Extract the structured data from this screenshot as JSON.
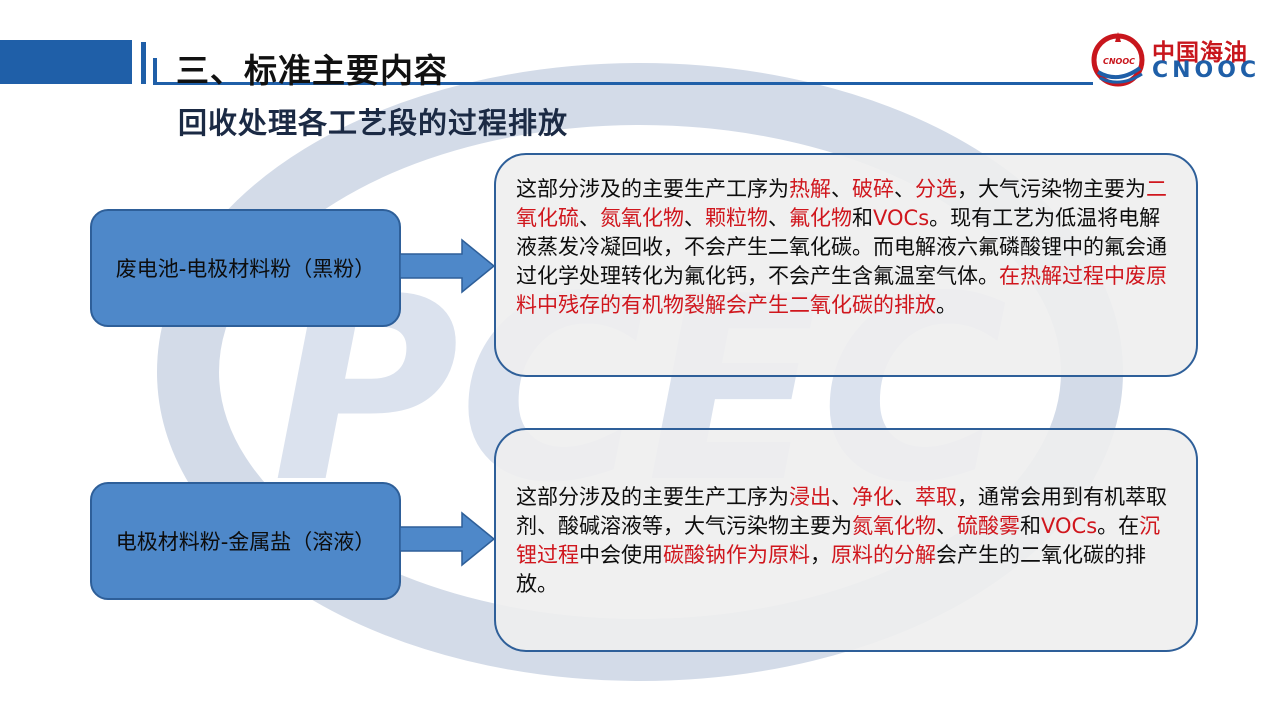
{
  "header": {
    "section_title": "三、标准主要内容",
    "subtitle": "回收处理各工艺段的过程排放",
    "logo_cn": "中国海油",
    "logo_en": "CNOOC",
    "logo_emblem_text": "CNOOC"
  },
  "watermark": {
    "text": "PCEC"
  },
  "colors": {
    "brand_blue": "#1f5fa8",
    "box_blue": "#4e88c9",
    "highlight_red": "#d0161d",
    "logo_red": "#c8161d"
  },
  "rows": [
    {
      "process": "废电池-电极材料粉（黑粉）",
      "desc": [
        {
          "t": "这部分涉及的主要生产工序为"
        },
        {
          "t": "热解",
          "red": true
        },
        {
          "t": "、"
        },
        {
          "t": "破碎",
          "red": true
        },
        {
          "t": "、"
        },
        {
          "t": "分选",
          "red": true
        },
        {
          "t": "，大气污染物主要为"
        },
        {
          "t": "二氧化硫",
          "red": true
        },
        {
          "t": "、"
        },
        {
          "t": "氮氧化物",
          "red": true
        },
        {
          "t": "、"
        },
        {
          "t": "颗粒物",
          "red": true
        },
        {
          "t": "、"
        },
        {
          "t": "氟化物",
          "red": true
        },
        {
          "t": "和"
        },
        {
          "t": "VOCs",
          "red": true
        },
        {
          "t": "。现有工艺为低温将电解液蒸发冷凝回收，不会产生二氧化碳。而电解液六氟磷酸锂中的氟会通过化学处理转化为氟化钙，不会产生含氟温室气体。"
        },
        {
          "t": "在热解过程中废原料中残存的有机物裂解会产生二氧化碳的排放",
          "red": true
        },
        {
          "t": "。"
        }
      ]
    },
    {
      "process": "电极材料粉-金属盐（溶液）",
      "desc": [
        {
          "t": "这部分涉及的主要生产工序为"
        },
        {
          "t": "浸出",
          "red": true
        },
        {
          "t": "、"
        },
        {
          "t": "净化",
          "red": true
        },
        {
          "t": "、"
        },
        {
          "t": "萃取",
          "red": true
        },
        {
          "t": "，通常会用到有机萃取剂、酸碱溶液等，大气污染物主要为"
        },
        {
          "t": "氮氧化物",
          "red": true
        },
        {
          "t": "、"
        },
        {
          "t": "硫酸雾",
          "red": true
        },
        {
          "t": "和"
        },
        {
          "t": "VOCs",
          "red": true
        },
        {
          "t": "。在"
        },
        {
          "t": "沉锂过程",
          "red": true
        },
        {
          "t": "中会使用"
        },
        {
          "t": "碳酸钠作为原料",
          "red": true
        },
        {
          "t": "，"
        },
        {
          "t": "原料的分解",
          "red": true
        },
        {
          "t": "会产生的二氧化碳的排放。"
        }
      ]
    }
  ]
}
